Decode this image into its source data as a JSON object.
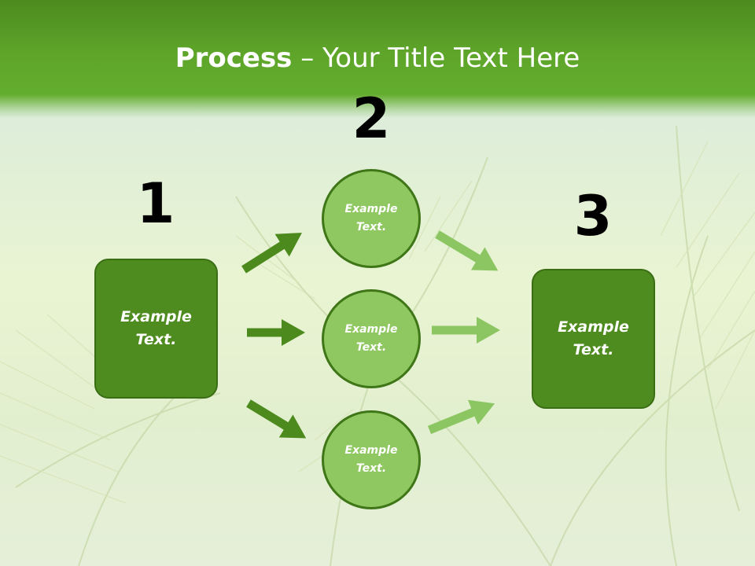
{
  "slide": {
    "title_bold": "Process",
    "title_rest": " – Your Title Text Here"
  },
  "steps": {
    "num1": "1",
    "num2": "2",
    "num3": "3"
  },
  "boxes": {
    "left": "Example Text.",
    "right": "Example Text."
  },
  "circles": [
    {
      "label": "Example Text."
    },
    {
      "label": "Example Text."
    },
    {
      "label": "Example Text."
    }
  ],
  "colors": {
    "header_green": "#5ea52a",
    "box_green": "#4f8c1f",
    "circle_green": "#8fc760",
    "arrow_dark": "#4c8a1e",
    "arrow_light": "#8cc663"
  }
}
